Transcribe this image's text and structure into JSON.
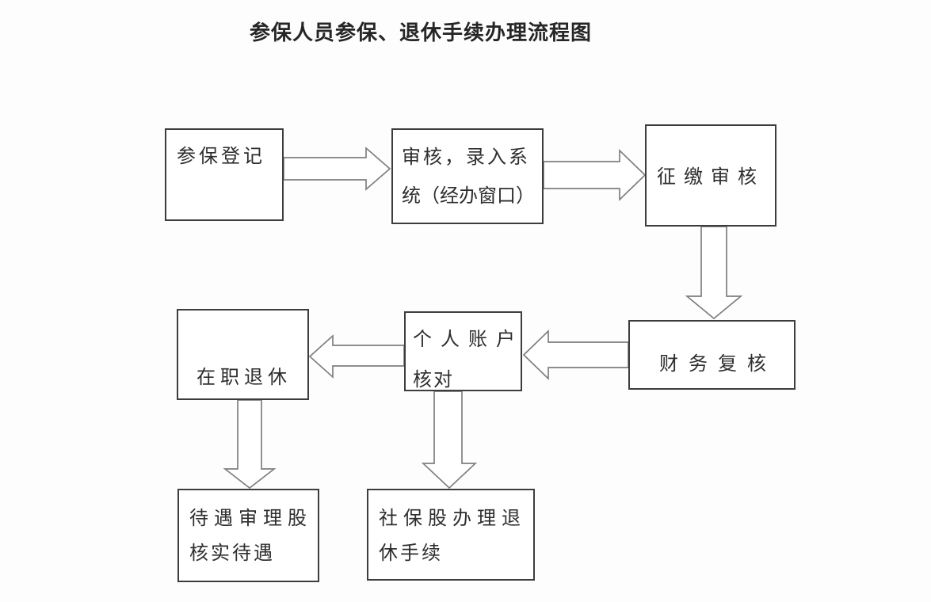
{
  "title": "参保人员参保、退休手续办理流程图",
  "nodes": [
    {
      "id": "enrollment-registration",
      "lines": [
        "参保登记",
        ""
      ]
    },
    {
      "id": "review-and-system-entry",
      "lines": [
        "审核，录入系",
        "统（经办窗口）"
      ]
    },
    {
      "id": "collection-review",
      "lines": [
        "征缴审核",
        ""
      ]
    },
    {
      "id": "financial-recheck",
      "lines": [
        "财务复核",
        ""
      ]
    },
    {
      "id": "personal-account-check",
      "lines": [
        "个人账户",
        "核对"
      ]
    },
    {
      "id": "in-service-retirement",
      "lines": [
        "在职退休",
        ""
      ]
    },
    {
      "id": "benefit-audit-section",
      "lines": [
        "待遇审理股",
        "核实待遇"
      ]
    },
    {
      "id": "social-security-section",
      "lines": [
        "社保股办理退",
        "休手续"
      ]
    }
  ],
  "arrows": [
    {
      "from": "参保登记",
      "to": "审核，录入系统（经办窗口）",
      "direction": "right"
    },
    {
      "from": "审核，录入系统（经办窗口）",
      "to": "征缴审核",
      "direction": "right"
    },
    {
      "from": "征缴审核",
      "to": "财务复核",
      "direction": "down"
    },
    {
      "from": "财务复核",
      "to": "个人账户核对",
      "direction": "left"
    },
    {
      "from": "个人账户核对",
      "to": "在职退休",
      "direction": "left"
    },
    {
      "from": "在职退休",
      "to": "待遇审理股核实待遇",
      "direction": "down"
    },
    {
      "from": "个人账户核对",
      "to": "社保股办理退休手续",
      "direction": "down"
    }
  ],
  "colors": {
    "background": "#fdfdfd",
    "box_fill": "#ffffff",
    "box_border": "#3d3d3d",
    "arrow_outline": "#7f7f7f",
    "arrow_fill": "#ffffff",
    "text": "#2e2e2e",
    "text_strong": "#262626"
  }
}
